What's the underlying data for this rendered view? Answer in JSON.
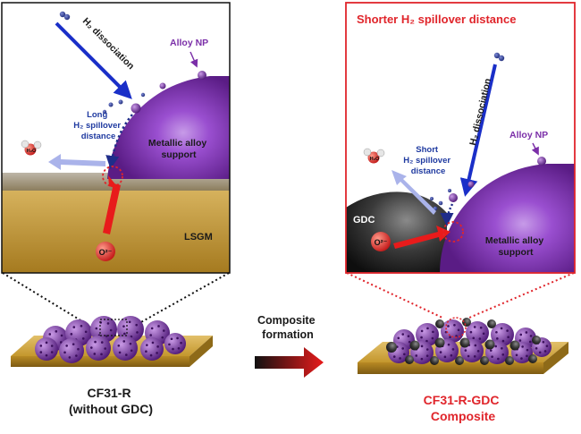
{
  "left_panel": {
    "h2_dissociation": "H₂ dissociation",
    "alloy_np": "Alloy NP",
    "long_spillover": [
      "Long",
      "H₂ spillover",
      "distance"
    ],
    "metallic_alloy_support": [
      "Metallic alloy",
      "support"
    ],
    "water": "H₂O",
    "oxide_ion": "O²⁻",
    "lsgm": "LSGM"
  },
  "right_panel": {
    "title": "Shorter H₂ spillover distance",
    "h2_dissociation": "H₂ dissociation",
    "alloy_np": "Alloy NP",
    "short_spillover": [
      "Short",
      "H₂ spillover",
      "distance"
    ],
    "water": "H₂O",
    "gdc": "GDC",
    "oxide_ion": "O²⁻",
    "metallic_alloy_support": [
      "Metallic alloy",
      "support"
    ]
  },
  "middle": {
    "composite_formation": [
      "Composite",
      "formation"
    ]
  },
  "bottom": {
    "left_caption": [
      "CF31-R",
      "(without GDC)"
    ],
    "right_caption": [
      "CF31-R-GDC",
      "Composite"
    ]
  },
  "colors": {
    "alloy_purple": "#7b2fa8",
    "title_red": "#e0252b",
    "arrow_blue": "#1a2fc8",
    "label_blue": "#1f3aa0",
    "substrate_gold": "#c99a2e",
    "gdc_black": "#1a1a1a"
  }
}
